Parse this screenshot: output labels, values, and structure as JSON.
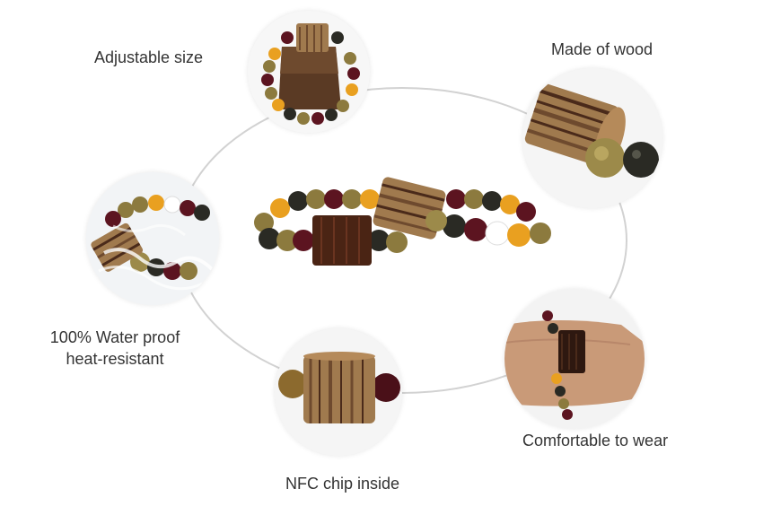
{
  "features": [
    {
      "id": "adjustable",
      "text": "Adjustable size"
    },
    {
      "id": "wood",
      "text": "Made of wood"
    },
    {
      "id": "waterproof",
      "line1": "100% Water proof",
      "line2": "heat-resistant"
    },
    {
      "id": "comfortable",
      "text": "Comfortable to wear"
    },
    {
      "id": "nfc",
      "text": "NFC chip inside"
    }
  ],
  "colors": {
    "ring": "#d2d2d2",
    "label_text": "#333333",
    "wood_light": "#a07a4e",
    "wood_dark": "#4a2a1a",
    "bead_amber": "#e9a020",
    "bead_dark": "#2a2a24",
    "bead_red": "#5c1420",
    "bead_olive": "#8c7a3e",
    "skin": "#c99a78"
  }
}
